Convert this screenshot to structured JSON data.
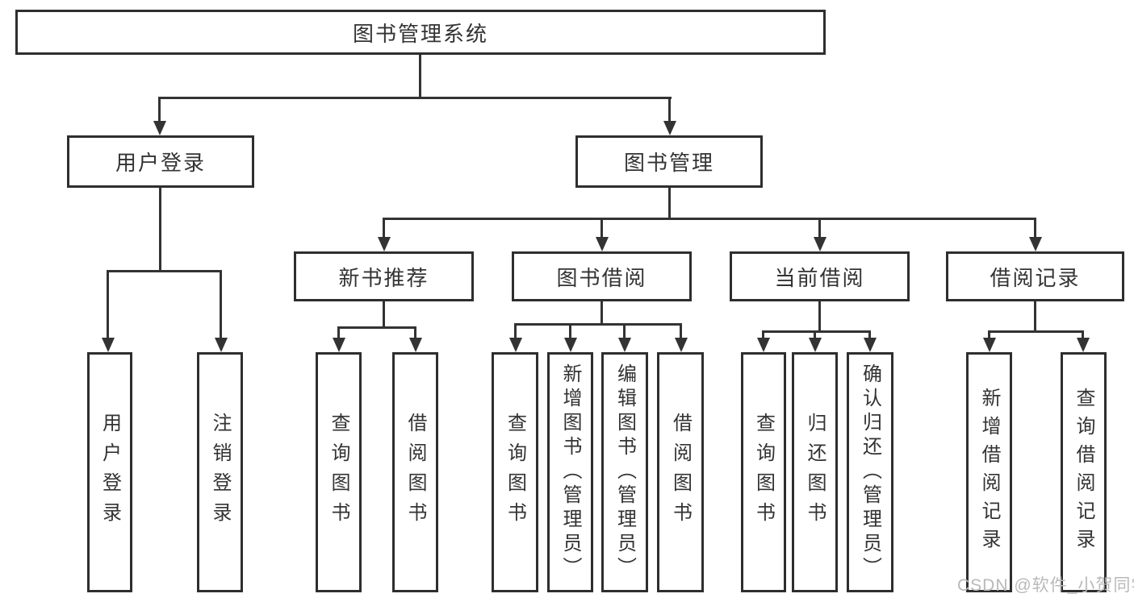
{
  "diagram": {
    "root": "图书管理系统",
    "level1": {
      "user_login": "用户登录",
      "book_mgmt": "图书管理"
    },
    "level2": {
      "new_books": "新书推荐",
      "book_borrow": "图书借阅",
      "current_borrow": "当前借阅",
      "borrow_records": "借阅记录"
    },
    "user_login_children": [
      "用户登录",
      "注销登录"
    ],
    "new_books_children": [
      "查询图书",
      "借阅图书"
    ],
    "book_borrow_children": [
      "查询图书",
      "新增图书（管理员）",
      "编辑图书（管理员）",
      "借阅图书"
    ],
    "current_borrow_children": [
      "查询图书",
      "归还图书",
      "确认归还（管理员）"
    ],
    "borrow_records_children": [
      "新增借阅记录",
      "查询借阅记录"
    ]
  },
  "watermark": "CSDN @软件_小贺同学",
  "colors": {
    "line": "#333333",
    "box_border": "#2e2e2e",
    "text": "#333333",
    "watermark": "#b9b9b9",
    "background": "#ffffff"
  }
}
